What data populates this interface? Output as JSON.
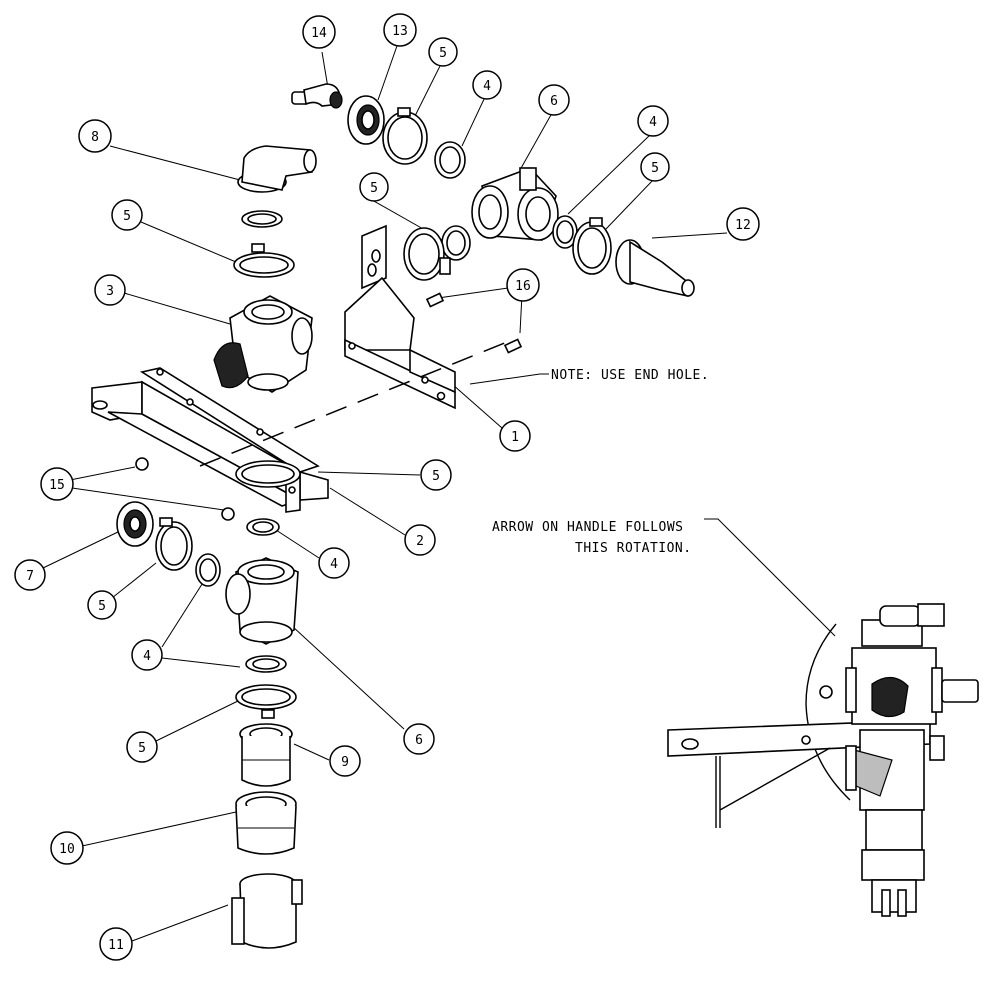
{
  "callouts": [
    {
      "id": "b14",
      "label": "14"
    },
    {
      "id": "b13",
      "label": "13"
    },
    {
      "id": "b5a",
      "label": "5"
    },
    {
      "id": "b4a",
      "label": "4"
    },
    {
      "id": "b6a",
      "label": "6"
    },
    {
      "id": "b4b",
      "label": "4"
    },
    {
      "id": "b5b",
      "label": "5"
    },
    {
      "id": "b8",
      "label": "8"
    },
    {
      "id": "b5c",
      "label": "5"
    },
    {
      "id": "b5d",
      "label": "5"
    },
    {
      "id": "b12",
      "label": "12"
    },
    {
      "id": "b3",
      "label": "3"
    },
    {
      "id": "b16",
      "label": "16"
    },
    {
      "id": "b1",
      "label": "1"
    },
    {
      "id": "b5e",
      "label": "5"
    },
    {
      "id": "b15",
      "label": "15"
    },
    {
      "id": "b2",
      "label": "2"
    },
    {
      "id": "b7",
      "label": "7"
    },
    {
      "id": "b4c",
      "label": "4"
    },
    {
      "id": "b5f",
      "label": "5"
    },
    {
      "id": "b4d",
      "label": "4"
    },
    {
      "id": "b6b",
      "label": "6"
    },
    {
      "id": "b5g",
      "label": "5"
    },
    {
      "id": "b9",
      "label": "9"
    },
    {
      "id": "b10",
      "label": "10"
    },
    {
      "id": "b11",
      "label": "11"
    }
  ],
  "notes": {
    "end_hole": "NOTE: USE END HOLE.",
    "arrow_line1": "ARROW ON HANDLE FOLLOWS",
    "arrow_line2": "THIS ROTATION."
  }
}
